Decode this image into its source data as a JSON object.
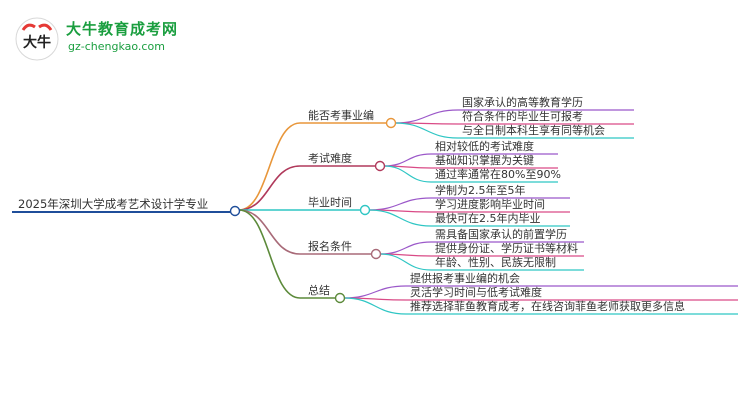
{
  "brand": {
    "name": "大牛教育成考网",
    "url": "gz-chengkao.com",
    "logo_glyph": "大牛"
  },
  "colors": {
    "branch_1": "#e8963a",
    "branch_2": "#b0395b",
    "branch_3": "#2fc6c4",
    "branch_4": "#a86a78",
    "branch_5": "#5c8a3a",
    "leaf_1": "#9b58c9",
    "leaf_2": "#d94a86",
    "leaf_3": "#2fc6c4",
    "root": "#1f4e9a"
  },
  "mindmap": {
    "root": "2025年深圳大学成考艺术设计学专业",
    "branches": [
      {
        "label": "能否考事业编",
        "children": [
          "国家承认的高等教育学历",
          "符合条件的毕业生可报考",
          "与全日制本科生享有同等机会"
        ]
      },
      {
        "label": "考试难度",
        "children": [
          "相对较低的考试难度",
          "基础知识掌握为关键",
          "通过率通常在80%至90%"
        ]
      },
      {
        "label": "毕业时间",
        "children": [
          "学制为2.5年至5年",
          "学习进度影响毕业时间",
          "最快可在2.5年内毕业"
        ]
      },
      {
        "label": "报名条件",
        "children": [
          "需具备国家承认的前置学历",
          "提供身份证、学历证书等材料",
          "年龄、性别、民族无限制"
        ]
      },
      {
        "label": "总结",
        "children": [
          "提供报考事业编的机会",
          "灵活学习时间与低考试难度",
          "推荐选择菲鱼教育成考，在线咨询菲鱼老师获取更多信息"
        ]
      }
    ]
  }
}
